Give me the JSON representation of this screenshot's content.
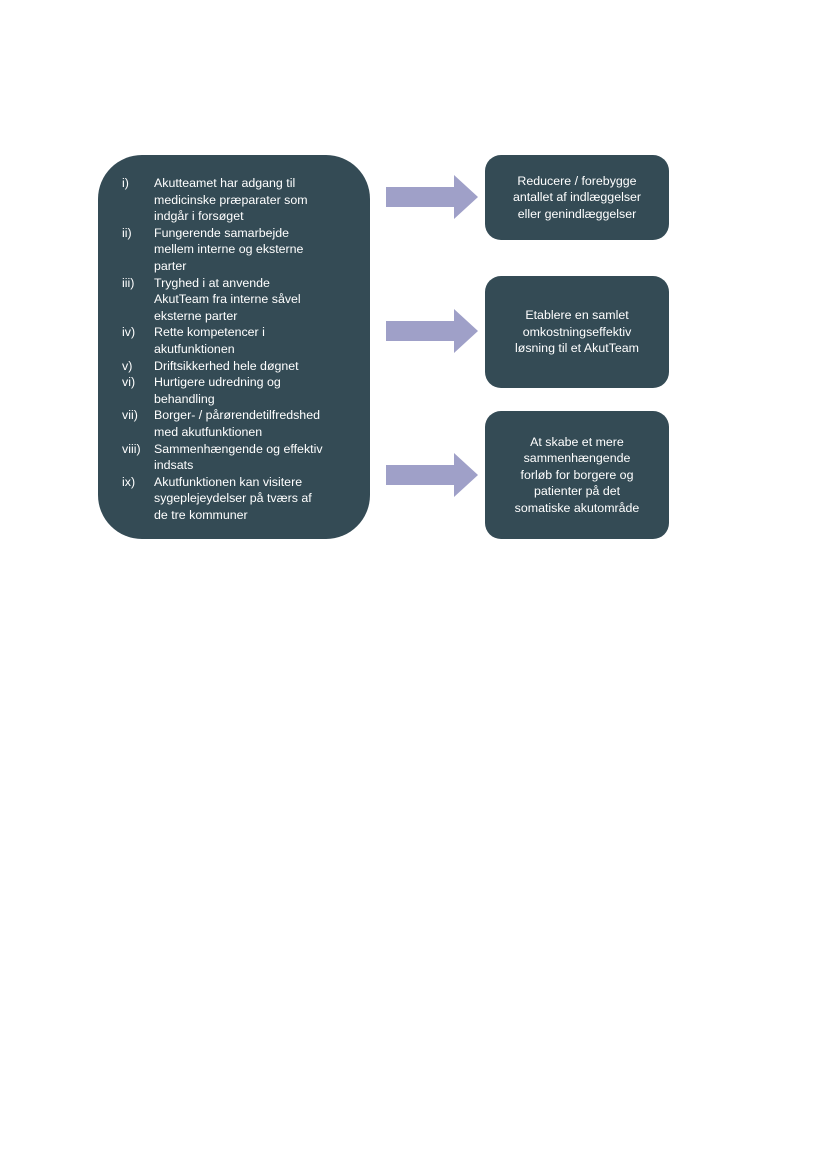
{
  "colors": {
    "box_fill": "#344b55",
    "arrow_fill": "#9fa0c8",
    "text": "#ffffff"
  },
  "conditions": [
    {
      "num": "i)",
      "text": "Akutteamet har adgang til\nmedicinske præparater som\nindgår i forsøget"
    },
    {
      "num": "ii)",
      "text": "Fungerende samarbejde\nmellem  interne og eksterne\nparter"
    },
    {
      "num": "iii)",
      "text": "Tryghed i at anvende\nAkutTeam  fra interne såvel\neksterne parter"
    },
    {
      "num": "iv)",
      "text": "Rette kompetencer i\nakutfunktionen"
    },
    {
      "num": "v)",
      "text": "Driftsikkerhed hele døgnet"
    },
    {
      "num": "vi)",
      "text": "Hurtigere udredning og\nbehandling"
    },
    {
      "num": "vii)",
      "text": "Borger- / pårørendetilfredshed\nmed akutfunktionen"
    },
    {
      "num": "viii)",
      "text": "Sammenhængende  og effektiv\nindsats"
    },
    {
      "num": "ix)",
      "text": "Akutfunktionen kan visitere\nsygeplejeydelser på tværs af\nde tre kommuner"
    }
  ],
  "outcomes": [
    "Reducere / forebygge\nantallet af indlæggelser\neller genindlæggelser",
    "Etablere en  samlet\nomkostningseffektiv\nløsning til et AkutTeam",
    "At skabe et mere\nsammenhængende\nforløb for borgere og\npatienter på det\nsomatiske akutområde"
  ]
}
